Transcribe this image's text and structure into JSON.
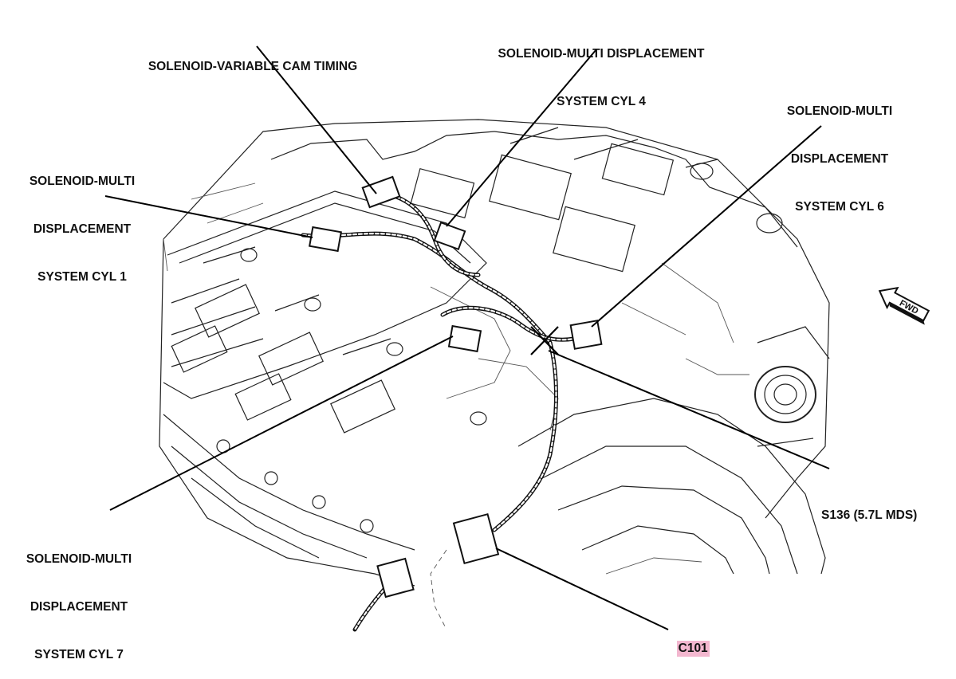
{
  "diagram": {
    "labels": {
      "vct": [
        "SOLENOID-VARIABLE CAM TIMING"
      ],
      "cyl4": [
        "SOLENOID-MULTI DISPLACEMENT",
        "SYSTEM CYL 4"
      ],
      "cyl6": [
        "SOLENOID-MULTI",
        "DISPLACEMENT",
        "SYSTEM CYL 6"
      ],
      "cyl1": [
        "SOLENOID-MULTI",
        "DISPLACEMENT",
        "SYSTEM CYL 1"
      ],
      "cyl7": [
        "SOLENOID-MULTI",
        "DISPLACEMENT",
        "SYSTEM CYL 7"
      ],
      "s136": [
        "S136 (5.7L MDS)"
      ],
      "c101": [
        "C101"
      ]
    },
    "fwd_arrow": "FWD",
    "highlight_color": "#f3b7cf"
  }
}
